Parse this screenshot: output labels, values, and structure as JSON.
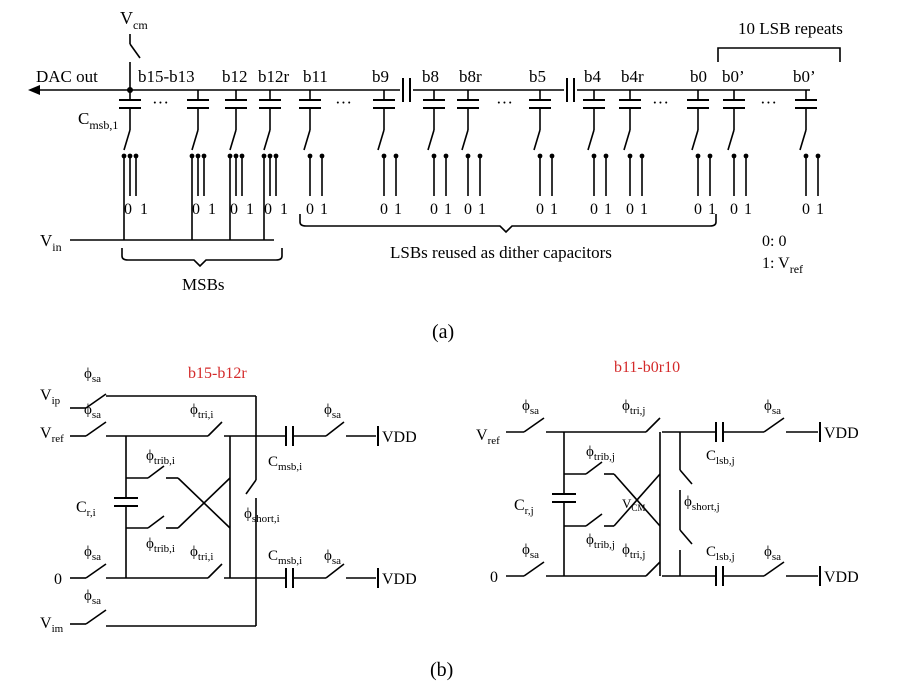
{
  "panel_a": {
    "label": "(a)",
    "vcm": {
      "base": "V",
      "sub": "cm"
    },
    "dac_out": "DAC out",
    "bit_labels": [
      "b15-b13",
      "b12",
      "b12r",
      "b11",
      "b9",
      "b8",
      "b8r",
      "b5",
      "b4",
      "b4r",
      "b0",
      "b0’",
      "b0’"
    ],
    "lsb_repeat": "10 LSB repeats",
    "cmsb1": {
      "base": "C",
      "sub": "msb,1"
    },
    "ellipsis": "···",
    "zero": "0",
    "one": "1",
    "vin": {
      "base": "V",
      "sub": "in"
    },
    "msbs": "MSBs",
    "lsb_dither": "LSBs reused as dither capacitors",
    "legend0": "0: 0",
    "legend1_prefix": "1: V",
    "legend1_sub": "ref"
  },
  "panel_b": {
    "label": "(b)",
    "left": {
      "title": "b15-b12r",
      "vip": {
        "base": "V",
        "sub": "ip"
      },
      "vref": {
        "base": "V",
        "sub": "ref"
      },
      "zero": "0",
      "vim": {
        "base": "V",
        "sub": "im"
      },
      "phi": "ϕ",
      "sa": "sa",
      "tri": "tri,i",
      "trib": "trib,i",
      "short": "short,i",
      "cr": {
        "base": "C",
        "sub": "r,i"
      },
      "cmsb": {
        "base": "C",
        "sub": "msb,i"
      },
      "vdd": "VDD"
    },
    "right": {
      "title": "b11-b0r10",
      "vref": {
        "base": "V",
        "sub": "ref"
      },
      "zero": "0",
      "phi": "ϕ",
      "sa": "sa",
      "tri": "tri,j",
      "trib": "trib,j",
      "short": "short,j",
      "vcm": {
        "base": "V",
        "sub": "CM"
      },
      "cr": {
        "base": "C",
        "sub": "r,j"
      },
      "clsb": {
        "base": "C",
        "sub": "lsb,j"
      },
      "vdd": "VDD"
    }
  },
  "colors": {
    "title_red": "#d42a2a",
    "ink": "#000000"
  }
}
